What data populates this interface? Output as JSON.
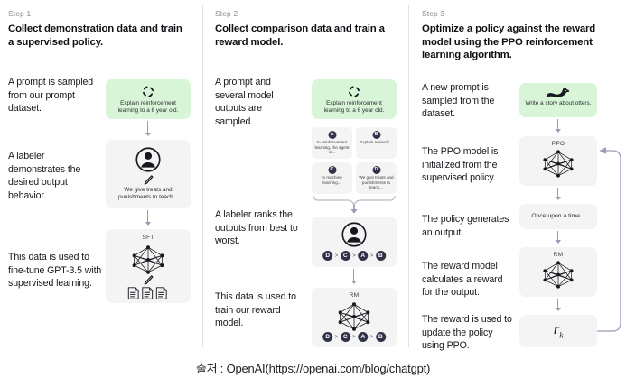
{
  "caption": "출처 : OpenAI(https://openai.com/blog/chatgpt)",
  "colors": {
    "green_card": "#d8f5d8",
    "grey_card": "#f4f4f4",
    "arrow": "#9a9ab4",
    "badge": "#2f3248",
    "divider": "#e2e2e4"
  },
  "steps": [
    {
      "label": "Step 1",
      "heading": "Collect demonstration data and train a supervised policy.",
      "notes": [
        "A prompt is sampled from our prompt dataset.",
        "A labeler demonstrates the desired output behavior.",
        "This data is used to fine-tune GPT-3.5 with supervised learning."
      ],
      "cards": [
        {
          "id": "prompt-card",
          "kind": "green",
          "icon": "dashed-circle-icon",
          "caption": "Explain reinforcement learning to a 6 year old."
        },
        {
          "id": "labeler-card",
          "kind": "grey",
          "icon": "person-circle-icon",
          "caption": "We give treats and punishments to teach..."
        },
        {
          "id": "sft-card",
          "kind": "grey",
          "title": "SFT",
          "icon": "neural-net-icon",
          "caption": ""
        }
      ]
    },
    {
      "label": "Step 2",
      "heading": "Collect comparison data and train a reward model.",
      "notes": [
        "A prompt and several model outputs are sampled.",
        "A labeler ranks the outputs from best to worst.",
        "This data is used to train our reward model."
      ],
      "cards": [
        {
          "id": "prompt-card",
          "kind": "green",
          "icon": "dashed-circle-icon",
          "caption": "Explain reinforcement learning to a 6 year old."
        },
        {
          "id": "labeler-rank-card",
          "kind": "grey",
          "icon": "person-circle-icon"
        },
        {
          "id": "rm-card",
          "kind": "grey",
          "title": "RM",
          "icon": "neural-net-icon"
        }
      ],
      "options": [
        {
          "badge": "A",
          "text": "In reinforcement learning, the agent is..."
        },
        {
          "badge": "B",
          "text": "Explain rewards..."
        },
        {
          "badge": "C",
          "text": "In machine learning..."
        },
        {
          "badge": "D",
          "text": "We give treats and punishments to teach..."
        }
      ],
      "ranking": [
        "D",
        "C",
        "A",
        "B"
      ],
      "ranking_sep": ">"
    },
    {
      "label": "Step 3",
      "heading": "Optimize a policy against the reward model using the PPO reinforcement learning algorithm.",
      "notes": [
        "A new prompt is sampled from the dataset.",
        "The PPO model is initialized from the supervised policy.",
        "The policy generates an output.",
        "The reward model calculates a reward for the output.",
        "The reward is used to update the policy using PPO."
      ],
      "cards": [
        {
          "id": "new-prompt-card",
          "kind": "green",
          "icon": "otter-icon",
          "caption": "Write a story about otters."
        },
        {
          "id": "ppo-card",
          "kind": "grey",
          "title": "PPO",
          "icon": "neural-net-icon"
        },
        {
          "id": "output-card",
          "kind": "grey",
          "caption": "Once upon a time..."
        },
        {
          "id": "rm-card",
          "kind": "grey",
          "title": "RM",
          "icon": "neural-net-icon"
        },
        {
          "id": "reward-card",
          "kind": "grey",
          "reward_symbol": "r",
          "reward_sub": "k"
        }
      ]
    }
  ]
}
